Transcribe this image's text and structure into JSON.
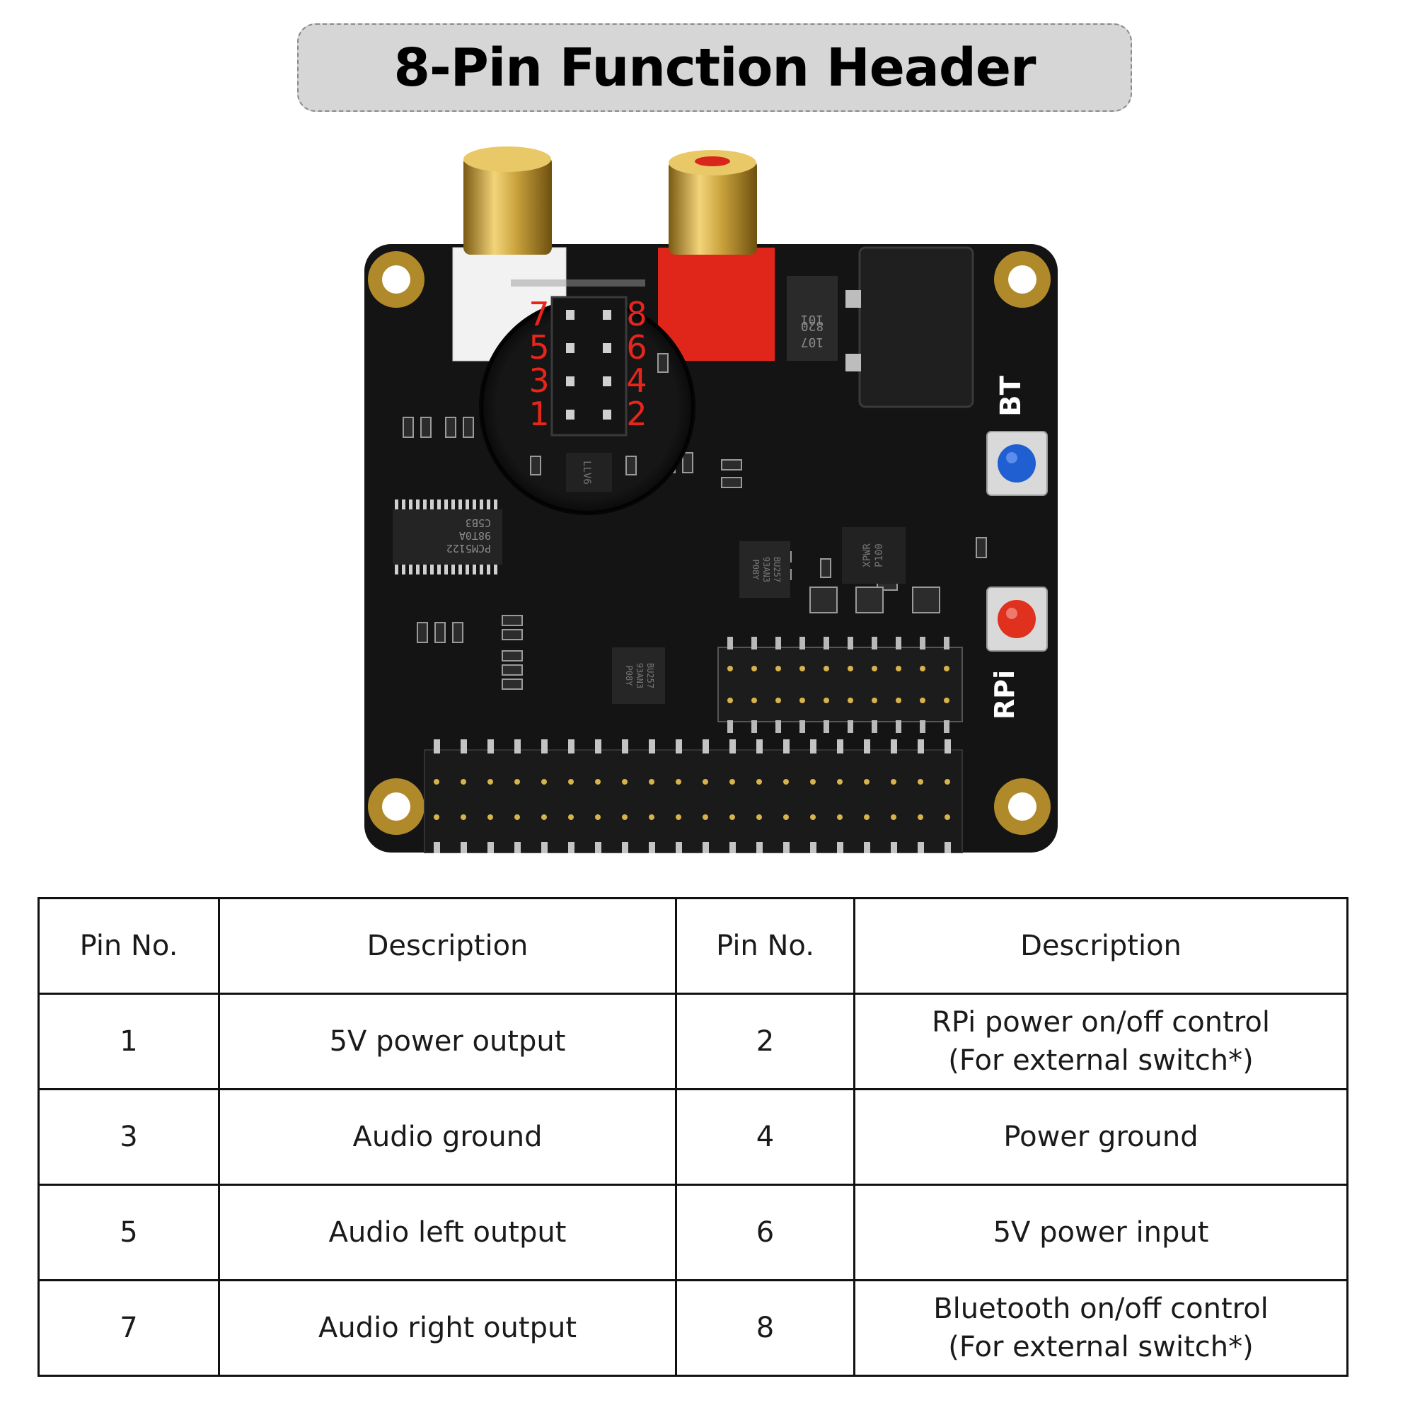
{
  "title": "8-Pin Function Header",
  "board": {
    "header_pin_labels": [
      "7",
      "8",
      "5",
      "6",
      "3",
      "4",
      "1",
      "2"
    ],
    "silkscreen": {
      "bt_label": "BT",
      "rpi_label": "RPi",
      "dac_chip": [
        "PCM5122",
        "98T0A",
        "C5B3"
      ],
      "diode": [
        "820",
        "101",
        "107"
      ],
      "regulator": [
        "XPWR",
        "P100"
      ],
      "bu_chip_top": [
        "BU257",
        "93AN3",
        "P08Y"
      ],
      "bu_chip_bottom": [
        "BU257",
        "93AN3",
        "P08Y"
      ],
      "llv_chip": "LLV6"
    },
    "colors": {
      "pcb": "#141414",
      "gold": "#c9a23c",
      "rca_left_base": "#f2f2f2",
      "rca_right_base": "#e0261b",
      "pin_label": "#e8251b",
      "bt_button": "#1f5fd1",
      "rpi_button": "#e0301e"
    }
  },
  "table": {
    "headers": [
      "Pin No.",
      "Description",
      "Pin No.",
      "Description"
    ],
    "rows": [
      {
        "pin_a": "1",
        "desc_a": "5V power output",
        "pin_b": "2",
        "desc_b_line1": "RPi power on/off control",
        "desc_b_line2": "(For external switch*)"
      },
      {
        "pin_a": "3",
        "desc_a": "Audio ground",
        "pin_b": "4",
        "desc_b_line1": "Power ground",
        "desc_b_line2": ""
      },
      {
        "pin_a": "5",
        "desc_a": "Audio left output",
        "pin_b": "6",
        "desc_b_line1": "5V power input",
        "desc_b_line2": ""
      },
      {
        "pin_a": "7",
        "desc_a": "Audio right output",
        "pin_b": "8",
        "desc_b_line1": "Bluetooth on/off control",
        "desc_b_line2": "(For external switch*)"
      }
    ]
  }
}
